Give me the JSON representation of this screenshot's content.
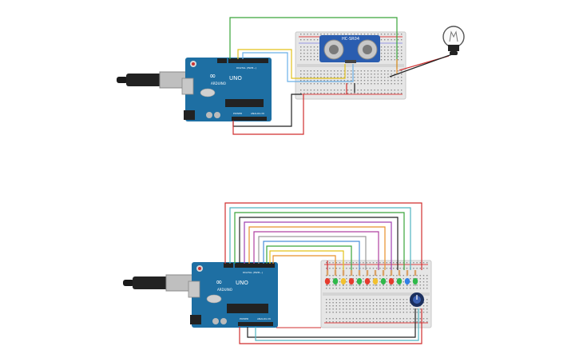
{
  "circuit_top": {
    "board": {
      "brand": "ARDUINO",
      "model": "UNO",
      "pin_label": "DIGITAL (PWM~)",
      "power_label": "POWER",
      "analog_label": "ANALOG IN"
    },
    "sensor": {
      "label": "HC-SR04"
    }
  },
  "circuit_bottom": {
    "board": {
      "brand": "ARDUINO",
      "model": "UNO",
      "pin_label": "DIGITAL (PWM~)",
      "power_label": "POWER",
      "analog_label": "ANALOG IN"
    },
    "led_colors": [
      "#e63b2e",
      "#2fb94a",
      "#f2c12e",
      "#e63b2e",
      "#2fb94a",
      "#e63b2e",
      "#f2c12e",
      "#2fb94a",
      "#e63b2e",
      "#2fb94a",
      "#2f7fe6",
      "#2fb94a"
    ]
  },
  "colors": {
    "board": "#1e6fa3",
    "breadboard": "#e4e4e4",
    "sensor": "#2a5db0",
    "wire_red": "#d02f2f",
    "wire_black": "#222222",
    "wire_green": "#3aa53a",
    "wire_yellow": "#e3c21a",
    "wire_blue": "#6bb0e8"
  }
}
